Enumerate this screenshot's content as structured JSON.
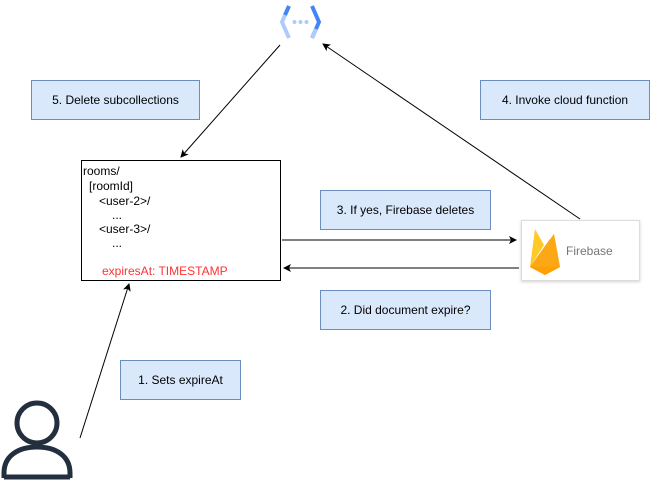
{
  "steps": {
    "step1": "1. Sets expireAt",
    "step2": "2. Did document expire?",
    "step3": "3. If yes, Firebase deletes",
    "step4": "4. Invoke cloud function",
    "step5": "5. Delete subcollections"
  },
  "document": {
    "lines": [
      "rooms/",
      "[roomId]",
      "<user-2>/",
      "...",
      "<user-3>/",
      "..."
    ],
    "expires_field": "expiresAt: TIMESTAMP"
  },
  "firebase": {
    "label": "Firebase"
  },
  "icons": {
    "cloud_function": "cloud-functions-icon",
    "firebase": "firebase-flame-icon",
    "user": "user-icon"
  },
  "colors": {
    "step_fill": "#dae8fc",
    "step_stroke": "#6c8ebf",
    "expires_text": "#ff3333",
    "cloud_function_blue": "#4285f4",
    "firebase_yellow": "#ffca28",
    "firebase_orange": "#ffa000",
    "firebase_deep_orange": "#f57c00"
  }
}
